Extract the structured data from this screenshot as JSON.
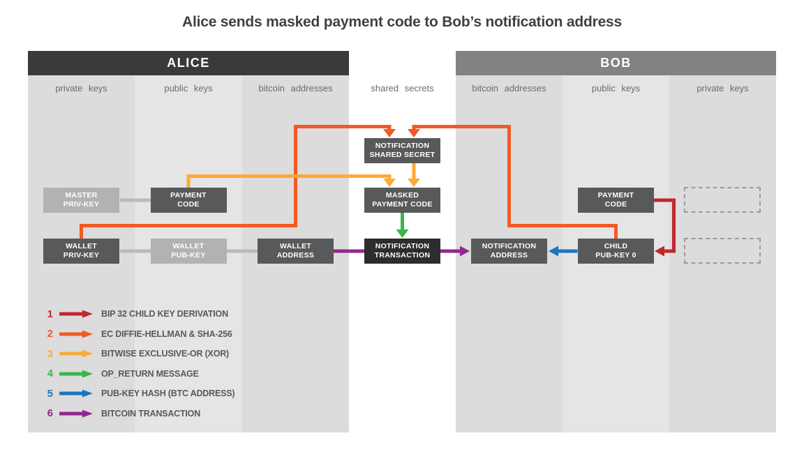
{
  "title": "Alice sends masked payment code to Bob’s notification address",
  "colors": {
    "red": "#c1272d",
    "orange": "#f15a24",
    "yellow": "#fbab38",
    "green": "#39b54a",
    "blue": "#1b75bc",
    "purple": "#92278f",
    "gray": "#bababa",
    "alice_header_bg": "#3a3a3a",
    "bob_header_bg": "#828282",
    "box_dark": "#58595b",
    "box_light": "#b2b2b2",
    "box_black": "#2d2d2d",
    "column_shade_a": "#dcdcdc",
    "column_shade_b": "#e5e5e5"
  },
  "alice": {
    "header": "ALICE",
    "columns": [
      "private keys",
      "public keys",
      "bitcoin addresses"
    ]
  },
  "shared": {
    "column": "shared secrets"
  },
  "bob": {
    "header": "BOB",
    "columns": [
      "bitcoin addresses",
      "public keys",
      "private keys"
    ]
  },
  "nodes": {
    "master_priv_key": "MASTER\nPRIV-KEY",
    "payment_code_alice": "PAYMENT\nCODE",
    "wallet_priv_key": "WALLET\nPRIV-KEY",
    "wallet_pub_key": "WALLET\nPUB-KEY",
    "wallet_address": "WALLET\nADDRESS",
    "notification_shared_secret": "NOTIFICATION\nSHARED SECRET",
    "masked_payment_code": "MASKED\nPAYMENT CODE",
    "notification_transaction": "NOTIFICATION\nTRANSACTION",
    "notification_address": "NOTIFICATION\nADDRESS",
    "payment_code_bob": "PAYMENT\nCODE",
    "child_pub_key_0": "CHILD\nPUB-KEY 0"
  },
  "edges": [
    {
      "from": "master_priv_key",
      "to": "payment_code_alice",
      "operation": null,
      "color": "gray"
    },
    {
      "from": "wallet_priv_key",
      "to": "wallet_pub_key",
      "operation": null,
      "color": "gray"
    },
    {
      "from": "wallet_pub_key",
      "to": "wallet_address",
      "operation": null,
      "color": "gray"
    },
    {
      "from": "payment_code_bob",
      "to": "child_pub_key_0",
      "operation": "1",
      "color": "red"
    },
    {
      "from": "wallet_priv_key",
      "to": "notification_shared_secret",
      "operation": "2",
      "color": "orange"
    },
    {
      "from": "child_pub_key_0",
      "to": "notification_shared_secret",
      "operation": "2",
      "color": "orange"
    },
    {
      "from": "payment_code_alice",
      "to": "masked_payment_code",
      "operation": "3",
      "color": "yellow"
    },
    {
      "from": "notification_shared_secret",
      "to": "masked_payment_code",
      "operation": "3",
      "color": "yellow"
    },
    {
      "from": "masked_payment_code",
      "to": "notification_transaction",
      "operation": "4",
      "color": "green"
    },
    {
      "from": "child_pub_key_0",
      "to": "notification_address",
      "operation": "5",
      "color": "blue"
    },
    {
      "from": "wallet_address",
      "to": "notification_transaction",
      "operation": "6",
      "color": "purple"
    },
    {
      "from": "notification_transaction",
      "to": "notification_address",
      "operation": "6",
      "color": "purple"
    }
  ],
  "legend": {
    "items": [
      {
        "number": "1",
        "color": "red",
        "label": "BIP 32 CHILD KEY DERIVATION"
      },
      {
        "number": "2",
        "color": "orange",
        "label": "EC DIFFIE-HELLMAN & SHA-256"
      },
      {
        "number": "3",
        "color": "yellow",
        "label": "BITWISE EXCLUSIVE-OR (XOR)"
      },
      {
        "number": "4",
        "color": "green",
        "label": "OP_RETURN MESSAGE"
      },
      {
        "number": "5",
        "color": "blue",
        "label": "PUB-KEY HASH (BTC ADDRESS)"
      },
      {
        "number": "6",
        "color": "purple",
        "label": "BITCOIN TRANSACTION"
      }
    ]
  }
}
